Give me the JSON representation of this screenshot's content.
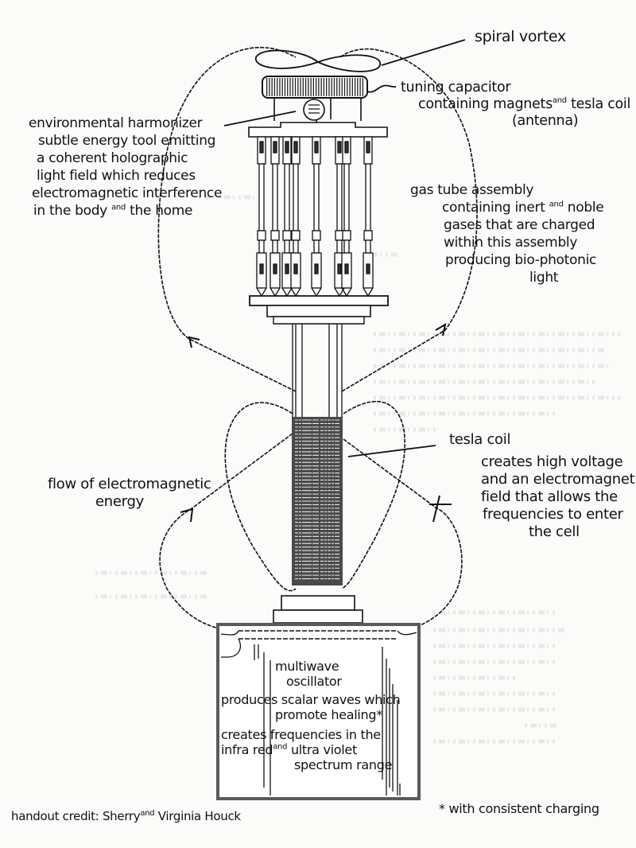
{
  "diagram": {
    "title": "Multiwave oscillator device diagram",
    "colors": {
      "ink": "#111111",
      "paper": "#fbfbfa",
      "coil": "#4a4a4a",
      "box_border": "#5a5a5a"
    }
  },
  "labels": {
    "spiral_vortex": "spiral vortex",
    "tuning_capacitor": {
      "line1": "tuning capacitor",
      "line2_a": "containing magnets",
      "line2_sup": "and",
      "line2_b": "tesla coil",
      "line3": "(antenna)"
    },
    "environmental_harmonizer": {
      "lines": [
        "environmental harmonizer",
        "subtle energy tool emitting",
        "a coherent holographic",
        "light field which reduces",
        "electromagnetic interference"
      ],
      "last_a": "in the body",
      "last_sup": "and",
      "last_b": "the home"
    },
    "gas_tube_assembly": {
      "line1": "gas tube assembly",
      "line2_a": "containing inert",
      "line2_sup": "and",
      "line2_b": "noble",
      "line3": "gases that are charged",
      "line4": "within this assembly",
      "line5": "producing bio-photonic",
      "line6": "light"
    },
    "tesla_coil": {
      "title": "tesla coil",
      "lines": [
        "creates high voltage",
        "and an electromagnetic",
        "field that allows the",
        "frequencies to enter",
        "the cell"
      ]
    },
    "flow": {
      "line1": "flow of electromagnetic",
      "line2": "energy"
    },
    "oscillator": {
      "line1": "multiwave",
      "line2": "oscillator",
      "line3": "produces scalar waves which",
      "line4": "promote healing*",
      "line5": "creates frequencies in the",
      "line6_a": "infra red",
      "line6_sup": "and",
      "line6_b": "ultra violet",
      "line7": "spectrum range"
    },
    "credit": {
      "a": "handout credit: Sherry",
      "sup": "and",
      "b": "Virginia Houck"
    },
    "footnote": "* with consistent charging"
  },
  "components": {
    "gas_tube_count": 8,
    "coil_turns": 46,
    "capacitor_ribs": 38
  }
}
